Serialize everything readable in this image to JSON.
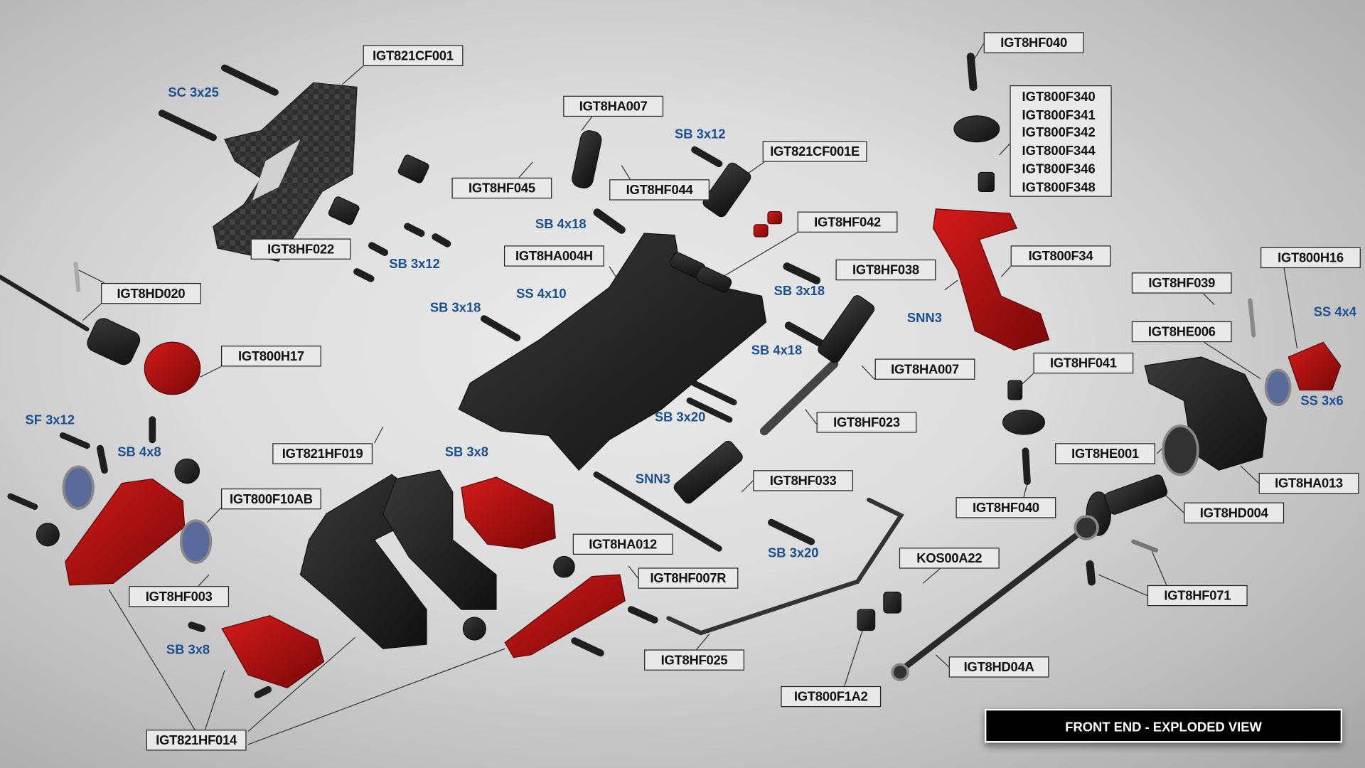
{
  "title": "FRONT END - EXPLODED VIEW",
  "part_numbers": [
    "IGT821CF001",
    "IGT8HA007",
    "IGT8HF045",
    "IGT8HF044",
    "IGT821CF001E",
    "IGT8HF040",
    "IGT8HF042",
    "IGT8HF022",
    "IGT8HA004H",
    "IGT8HF038",
    "IGT800F34",
    "IGT800H16",
    "IGT8HF039",
    "IGT8HD020",
    "IGT8HE006",
    "IGT800H17",
    "IGT8HA007",
    "IGT8HF041",
    "IGT8HF023",
    "IGT821HF019",
    "IGT8HE001",
    "IGT8HA013",
    "IGT800F10AB",
    "IGT8HF033",
    "IGT8HD004",
    "IGT8HA012",
    "KOS00A22",
    "IGT8HF007R",
    "IGT8HF003",
    "IGT8HF071",
    "IGT8HF025",
    "IGT8HD04A",
    "IGT800F1A2",
    "IGT821HF014",
    "IGT8HF040"
  ],
  "multi_part_box": [
    "IGT800F340",
    "IGT800F341",
    "IGT800F342",
    "IGT800F344",
    "IGT800F346",
    "IGT800F348"
  ],
  "hardware": [
    "SC 3x25",
    "SB 3x12",
    "SB 4x18",
    "SB 3x12",
    "SS 4x10",
    "SB 3x18",
    "SB 3x18",
    "SNN3",
    "SB 4x18",
    "SS 4x4",
    "SS 3x6",
    "SF 3x12",
    "SB 4x8",
    "SB 3x8",
    "SB 3x20",
    "SNN3",
    "SB 3x20",
    "SB 3x8"
  ],
  "colors": {
    "label_text": "#111111",
    "hardware_text": "#1c4f8f",
    "red_part": "#b01010",
    "black_part": "#1e1e1e"
  }
}
